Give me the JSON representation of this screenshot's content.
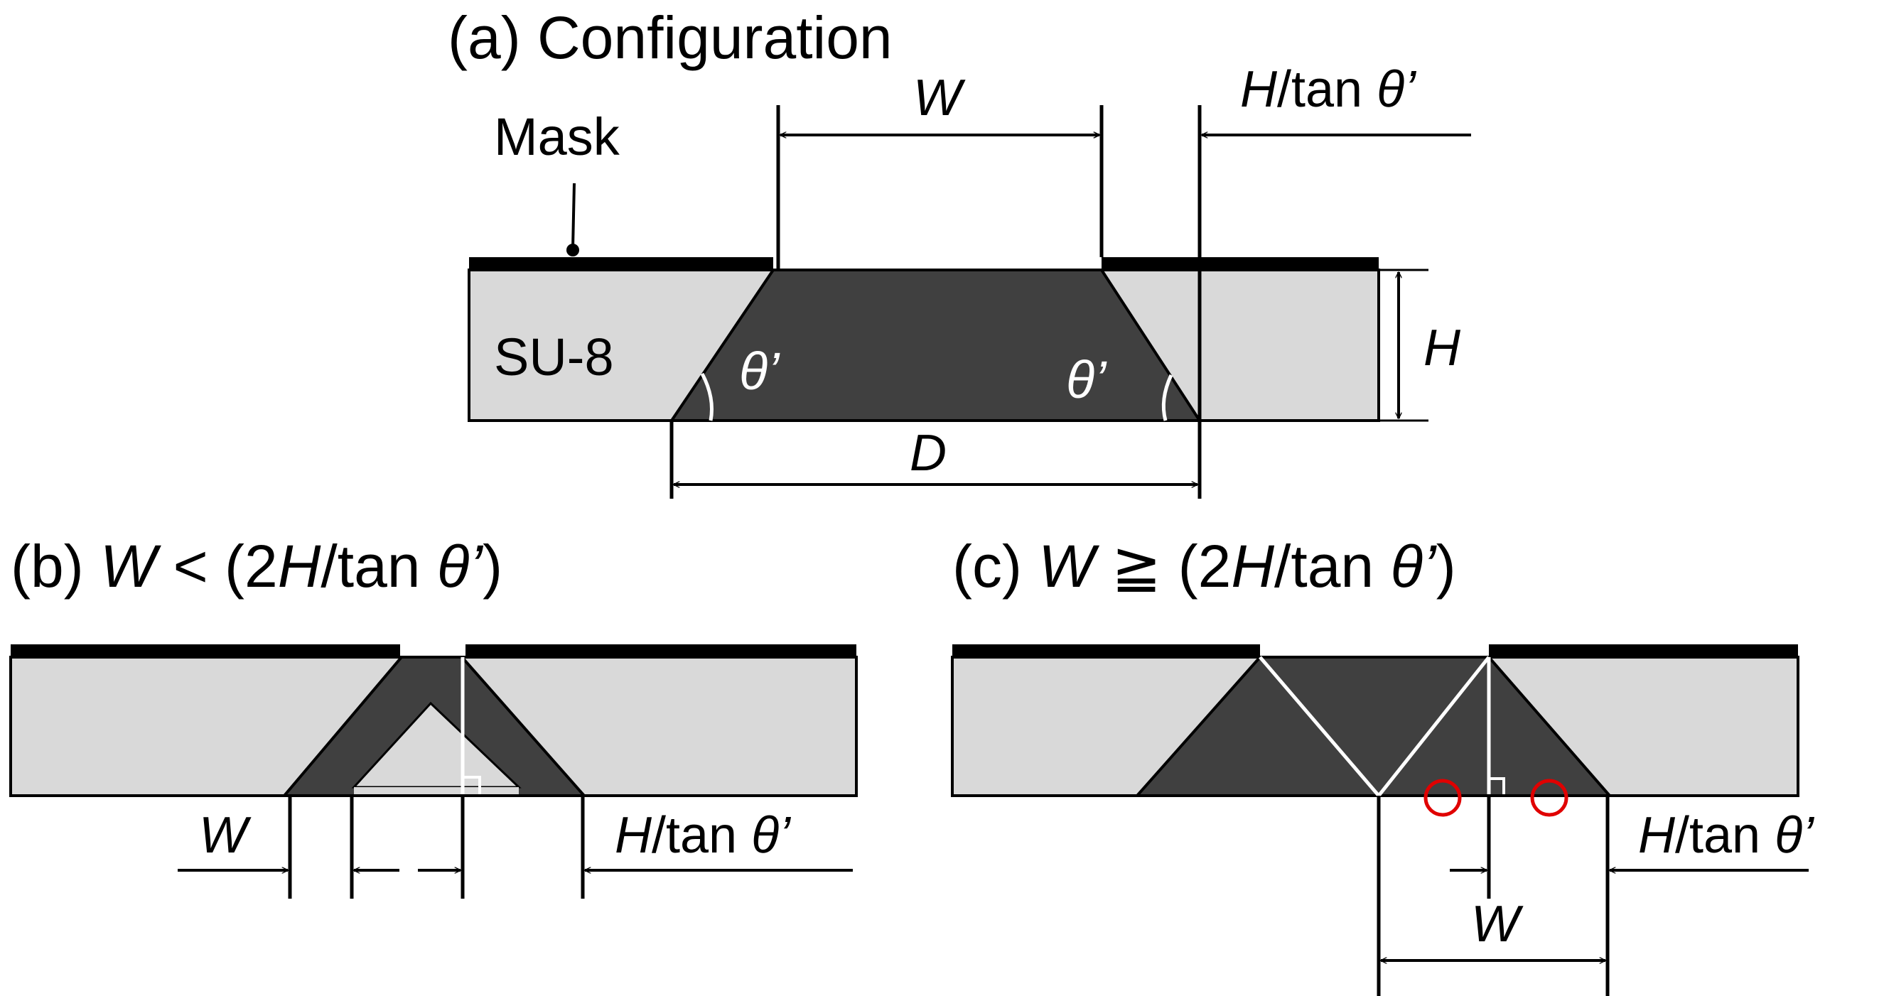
{
  "panel_a": {
    "title": "(a) Configuration",
    "mask_label": "Mask",
    "material_label": "SU-8",
    "width_label": "W",
    "height_label": "H",
    "bottom_label": "D",
    "offset_label": {
      "var": "H",
      "sep": "/tan ",
      "angle": "θ’"
    },
    "angle_label": "θ’"
  },
  "panel_b": {
    "title": {
      "prefix": "(b) ",
      "var": "W",
      "op": " < ",
      "open": "(2",
      "var2": "H",
      "rest": "/tan ",
      "angle": "θ’",
      "close": ")"
    },
    "width_label": "W",
    "offset_label": {
      "var": "H",
      "sep": "/tan ",
      "angle": "θ’"
    }
  },
  "panel_c": {
    "title": {
      "prefix": "(c) ",
      "var": "W",
      "op": " ≧ ",
      "open": "(2",
      "var2": "H",
      "rest": "/tan ",
      "angle": "θ’",
      "close": ")"
    },
    "width_label": "W",
    "offset_label": {
      "var": "H",
      "sep": "/tan ",
      "angle": "θ’"
    }
  },
  "colors": {
    "resist": "#d9d9d9",
    "exposed": "#404040",
    "mask": "#000000",
    "marker": "#e00000"
  }
}
